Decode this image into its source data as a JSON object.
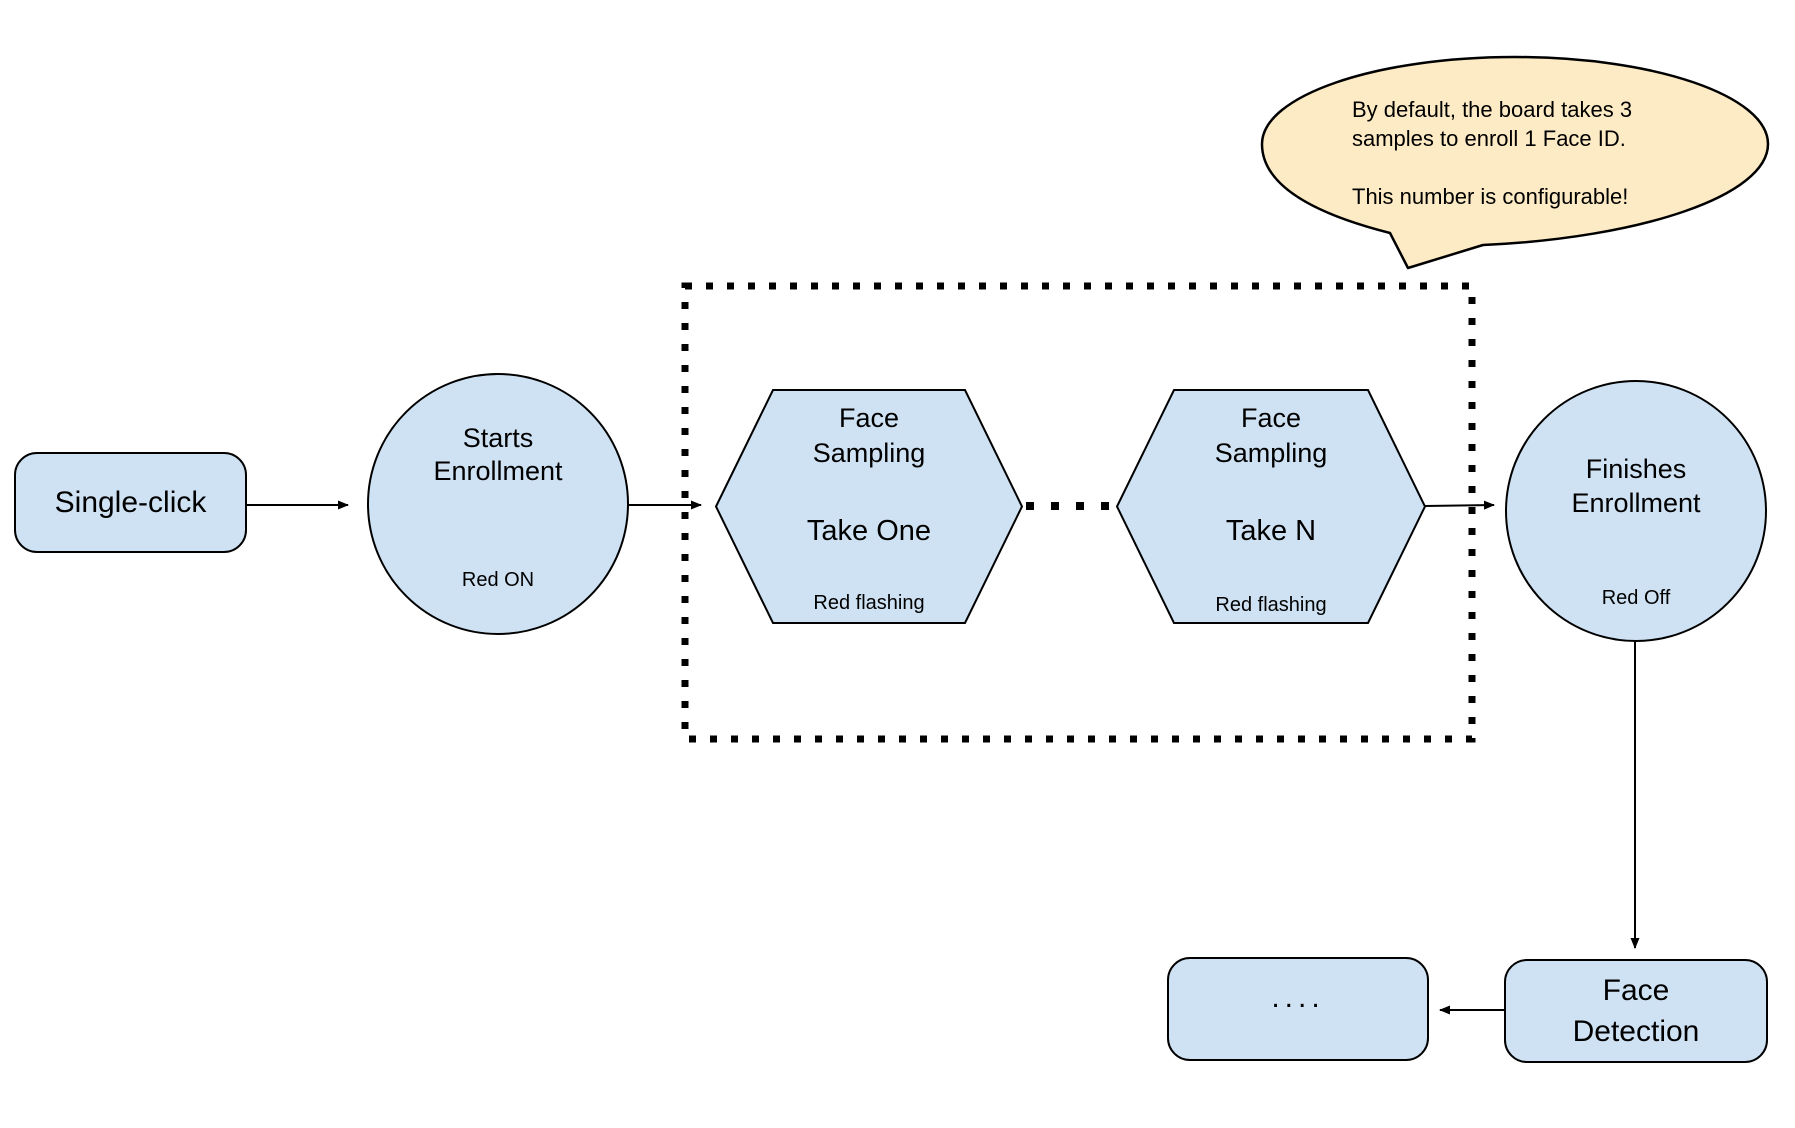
{
  "diagram": {
    "background": "#FFFFFF",
    "colors": {
      "node_fill": "#CFE2F3",
      "node_stroke": "#000000",
      "callout_fill": "#FCEBC4",
      "connector": "#000000"
    },
    "nodes": {
      "single_click": {
        "label": "Single-click"
      },
      "starts_enrollment": {
        "title": "Starts\nEnrollment",
        "status": "Red ON"
      },
      "face_sampling_take_one": {
        "title": "Face\nSampling",
        "take": "Take One",
        "status": "Red flashing"
      },
      "face_sampling_take_n": {
        "title": "Face\nSampling",
        "take": "Take N",
        "status": "Red flashing"
      },
      "finishes_enrollment": {
        "title": "Finishes\nEnrollment",
        "status": "Red Off"
      },
      "face_detection": {
        "label": "Face\nDetection"
      },
      "continuation": {
        "label": "...."
      }
    },
    "callout": {
      "text": "By default, the board takes 3\nsamples to enroll 1 Face ID.\n\nThis number is configurable!"
    }
  }
}
